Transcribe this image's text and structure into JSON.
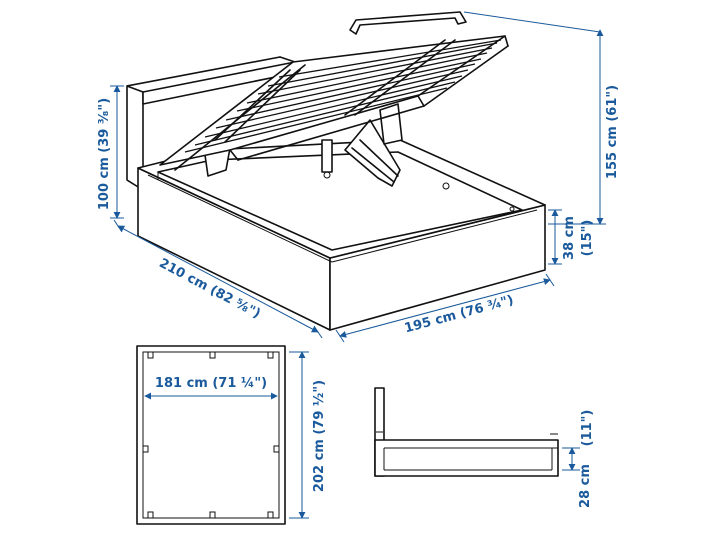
{
  "dimensions": {
    "headboard_height": "100 cm (39 ³⁄₈\")",
    "overall_length": "210 cm (82 ⁵⁄₈\")",
    "overall_width": "195 cm (76 ³⁄₄\")",
    "open_height": "155 cm (61\")",
    "frame_height_cm": "38 cm",
    "frame_height_in": "(15\")",
    "inner_width": "181 cm (71 ¼\")",
    "inner_length": "202 cm (79 ½\")",
    "storage_depth_cm": "28 cm",
    "storage_depth_in": "(11\")"
  },
  "colors": {
    "dimension": "#1a5a9c",
    "outline": "#111111"
  }
}
